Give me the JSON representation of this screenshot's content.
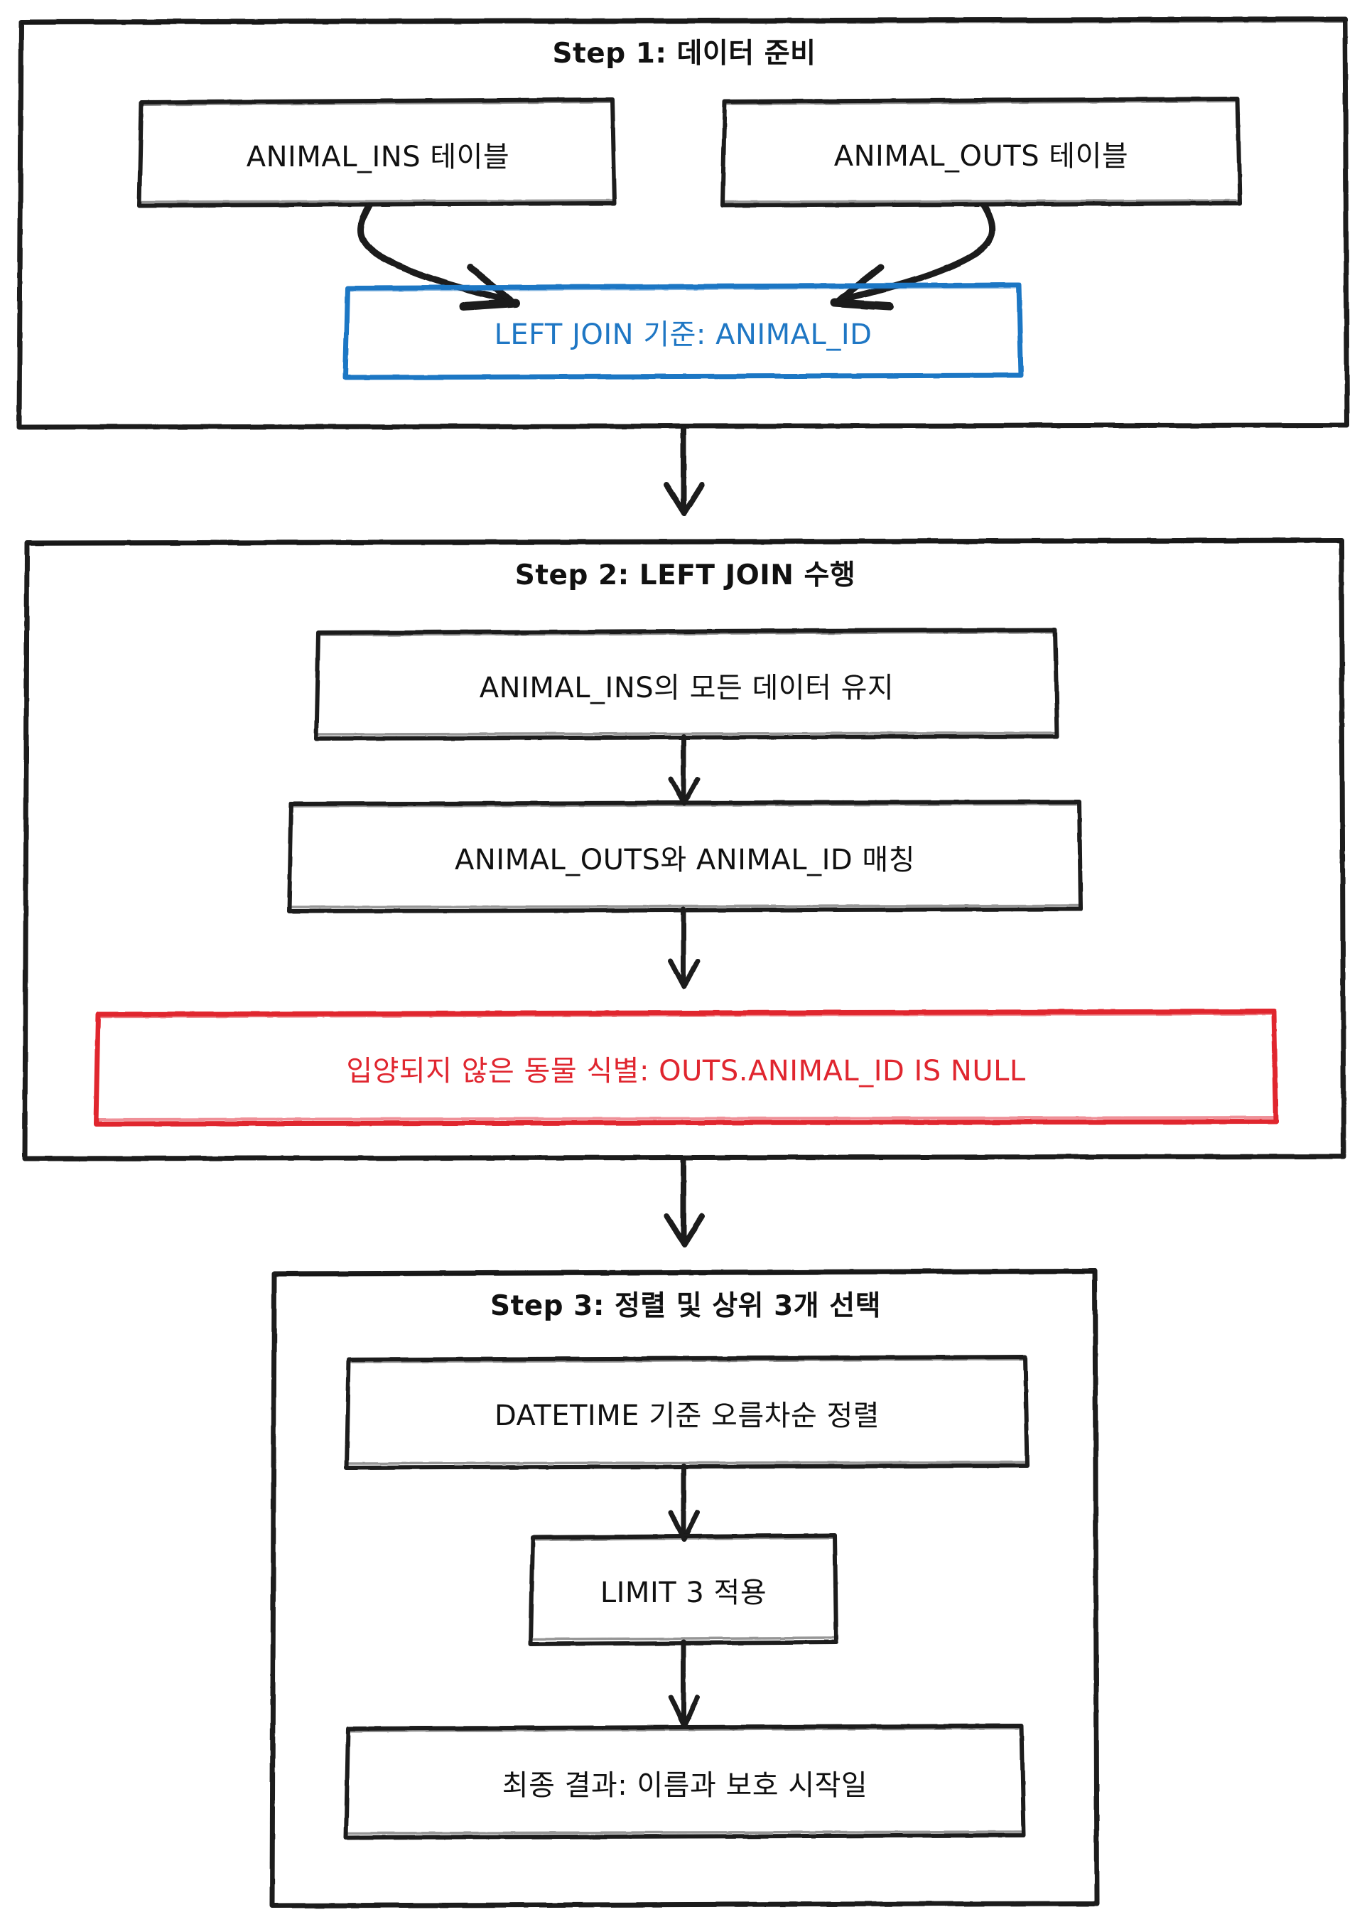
{
  "diagram": {
    "kind": "flowchart",
    "orientation": "top-to-bottom",
    "background": "#ffffff",
    "stroke": "#1a1a1a",
    "accent_blue": "#1f77c4",
    "accent_red": "#e0262f"
  },
  "steps": [
    {
      "id": "step1",
      "title": "Step 1: 데이터 준비",
      "nodes": [
        {
          "id": "animal_ins_table",
          "label": "ANIMAL_INS 테이블",
          "color": "default"
        },
        {
          "id": "animal_outs_table",
          "label": "ANIMAL_OUTS 테이블",
          "color": "default"
        },
        {
          "id": "left_join_key",
          "label": "LEFT JOIN 기준: ANIMAL_ID",
          "color": "blue"
        }
      ]
    },
    {
      "id": "step2",
      "title": "Step 2: LEFT JOIN 수행",
      "nodes": [
        {
          "id": "keep_all_ins",
          "label": "ANIMAL_INS의 모든 데이터 유지",
          "color": "default"
        },
        {
          "id": "match_outs",
          "label": "ANIMAL_OUTS와 ANIMAL_ID 매칭",
          "color": "default"
        },
        {
          "id": "null_filter",
          "label": "입양되지 않은 동물 식별: OUTS.ANIMAL_ID IS NULL",
          "color": "red"
        }
      ]
    },
    {
      "id": "step3",
      "title": "Step 3: 정렬 및 상위 3개 선택",
      "nodes": [
        {
          "id": "order_by_datetime",
          "label": "DATETIME 기준 오름차순 정렬",
          "color": "default"
        },
        {
          "id": "limit_3",
          "label": "LIMIT 3 적용",
          "color": "default"
        },
        {
          "id": "final_result",
          "label": "최종 결과: 이름과 보호 시작일",
          "color": "default"
        }
      ]
    }
  ],
  "connectors": [
    {
      "id": "ins-to-join",
      "from": "animal_ins_table",
      "to": "left_join_key",
      "style": "curved-arrow"
    },
    {
      "id": "outs-to-join",
      "from": "animal_outs_table",
      "to": "left_join_key",
      "style": "curved-arrow"
    },
    {
      "id": "step1-to-step2",
      "from": "step1",
      "to": "step2",
      "style": "straight-arrow"
    },
    {
      "id": "keep-to-match",
      "from": "keep_all_ins",
      "to": "match_outs",
      "style": "straight-arrow"
    },
    {
      "id": "match-to-null",
      "from": "match_outs",
      "to": "null_filter",
      "style": "straight-arrow"
    },
    {
      "id": "step2-to-step3",
      "from": "step2",
      "to": "step3",
      "style": "straight-arrow"
    },
    {
      "id": "order-to-limit",
      "from": "order_by_datetime",
      "to": "limit_3",
      "style": "straight-arrow"
    },
    {
      "id": "limit-to-final",
      "from": "limit_3",
      "to": "final_result",
      "style": "straight-arrow"
    }
  ]
}
